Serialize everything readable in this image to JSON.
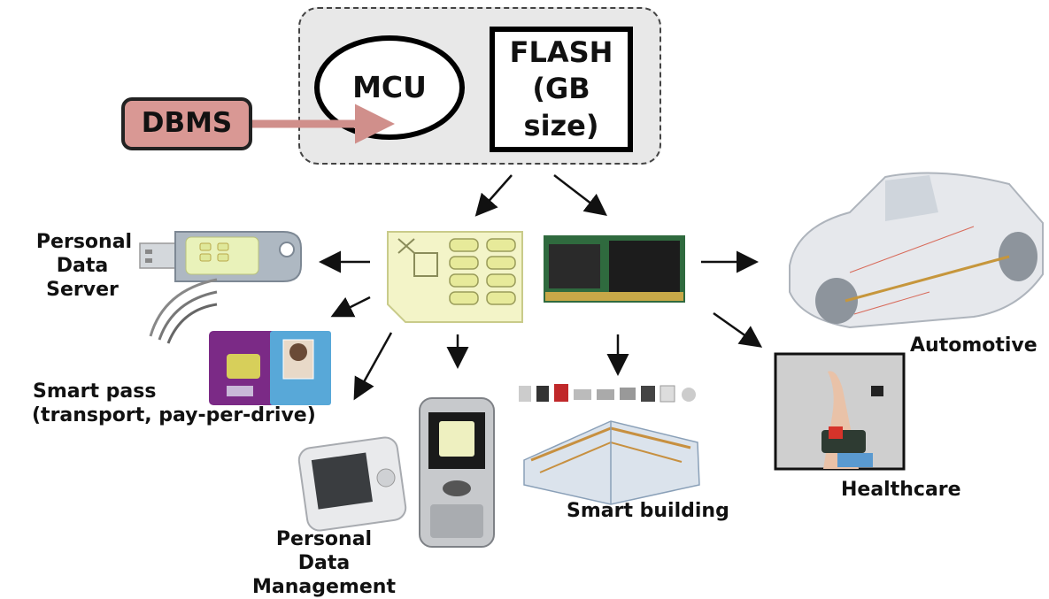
{
  "chip": {
    "mcu_label": "MCU",
    "flash_line1": "FLASH",
    "flash_line2": "(GB size)",
    "dbms_label": "DBMS"
  },
  "applications": {
    "personal_data_server_line1": "Personal",
    "personal_data_server_line2": "Data Server",
    "smart_pass_line1": "Smart pass",
    "smart_pass_line2": "(transport, pay-per-drive)",
    "personal_data_mgmt_line1": "Personal Data",
    "personal_data_mgmt_line2": "Management",
    "smart_building": "Smart building",
    "automotive": "Automotive",
    "healthcare": "Healthcare"
  },
  "colors": {
    "dbms_fill": "#d99894",
    "dbms_arrow": "#d08f8b",
    "chip_box_fill": "#e8e8e8"
  },
  "icons": [
    "usb-key-icon",
    "contactless-card-icon",
    "sim-card-icon",
    "memory-board-icon",
    "car-icon",
    "camera-icon",
    "mobile-phone-icon",
    "building-icon",
    "wrist-sensor-icon"
  ]
}
